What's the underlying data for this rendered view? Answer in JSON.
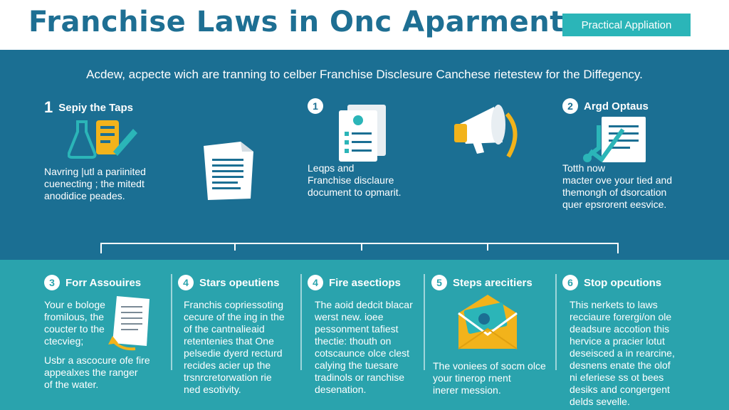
{
  "header": {
    "title": "Franchise Laws in Onc Aparment:",
    "badge": "Practical Appliation"
  },
  "intro": "Acdew, acpecte wich are tranning to celber Franchise Disclesure Canchese rietestew for the Diffegency.",
  "top_steps": [
    {
      "number": "1",
      "title": "Sepiy the Taps",
      "lines": [
        "Navring |utl a pariinited",
        "cuenecting ; the mitedt",
        "anodidice peades."
      ],
      "icon": "flask-checklist-icon"
    },
    {
      "number": "1",
      "title": "",
      "lines": [
        "Leqps                    and",
        "Franchise disclaure",
        "document to opmarit."
      ],
      "icon": "documents-icon"
    },
    {
      "number": "2",
      "title": "Argd Optaus",
      "lines": [
        "Totth                    now",
        "macter ove your tied and",
        "themongh of dsorcation",
        "quer epsrorent eesvice."
      ],
      "icon": "checkmark-document-icon"
    }
  ],
  "bottom_steps": [
    {
      "number": "3",
      "title": "Forr Assouires",
      "lines": [
        "Your e bologe",
        "fromilous, the",
        "coucter to the",
        "ctecvieg;",
        "",
        "Usbr a ascocure ofe fire",
        "appealxes the ranger",
        "of the water."
      ]
    },
    {
      "number": "4",
      "title": "Stars opeutiens",
      "lines": [
        "Franchis copriessoting",
        "cecure of the ing in the",
        "of the cantnalieaid",
        "retentenies that One",
        "pelsedie dyerd recturd",
        "recides acier up the",
        "trsnrcretorwation rie",
        "ned esotivity."
      ]
    },
    {
      "number": "4",
      "title": "Fire asectiops",
      "lines": [
        "The aoid dedcit blacar",
        "werst new. ioee",
        "pessonment tafiest",
        "thectie: thouth on",
        "cotscaunce olce clest",
        "calying the tuesare",
        "tradinols or ranchise",
        "desenation."
      ]
    },
    {
      "number": "5",
      "title": "Steps arecitiers",
      "lines": [
        "The voniees of socm olce",
        "your tinerop rnent",
        "inerer mession."
      ]
    },
    {
      "number": "6",
      "title": "Stop opcutions",
      "lines": [
        "This nerkets to laws",
        "recciaure forergi/on ole",
        "deadsure accotion this",
        "hervice a pracier lotut",
        "deseisced a in rearcine,",
        "desnens enate the olof",
        "ni eferiese ss ot bees",
        "desiks and congergent",
        "delds sevelle."
      ]
    }
  ],
  "colors": {
    "title": "#1e6f93",
    "badge": "#2bb5b8",
    "top_band": "#1b6f93",
    "bottom_band": "#2aa3ad",
    "accent_yellow": "#f2b31b",
    "accent_teal": "#2bb5b8"
  }
}
